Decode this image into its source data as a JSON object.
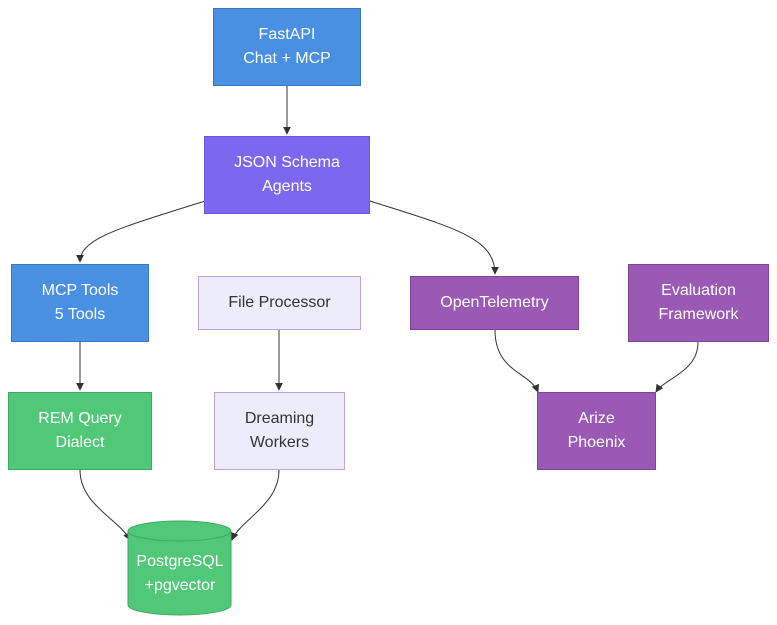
{
  "nodes": {
    "fastapi": {
      "line1": "FastAPI",
      "line2": "Chat + MCP"
    },
    "schema": {
      "line1": "JSON Schema",
      "line2": "Agents"
    },
    "mcp_tools": {
      "line1": "MCP Tools",
      "line2": "5 Tools"
    },
    "file_processor": {
      "line1": "File Processor"
    },
    "otel": {
      "line1": "OpenTelemetry"
    },
    "evaluation": {
      "line1": "Evaluation",
      "line2": "Framework"
    },
    "rem": {
      "line1": "REM Query",
      "line2": "Dialect"
    },
    "dreaming": {
      "line1": "Dreaming",
      "line2": "Workers"
    },
    "arize": {
      "line1": "Arize",
      "line2": "Phoenix"
    },
    "postgres": {
      "line1": "PostgreSQL",
      "line2": "+pgvector"
    }
  },
  "colors": {
    "blue": "#4a90e2",
    "violet": "#7b68ee",
    "green": "#50c878",
    "lavender": "#ececfc",
    "purple": "#9b59b6",
    "edge": "#333333"
  }
}
